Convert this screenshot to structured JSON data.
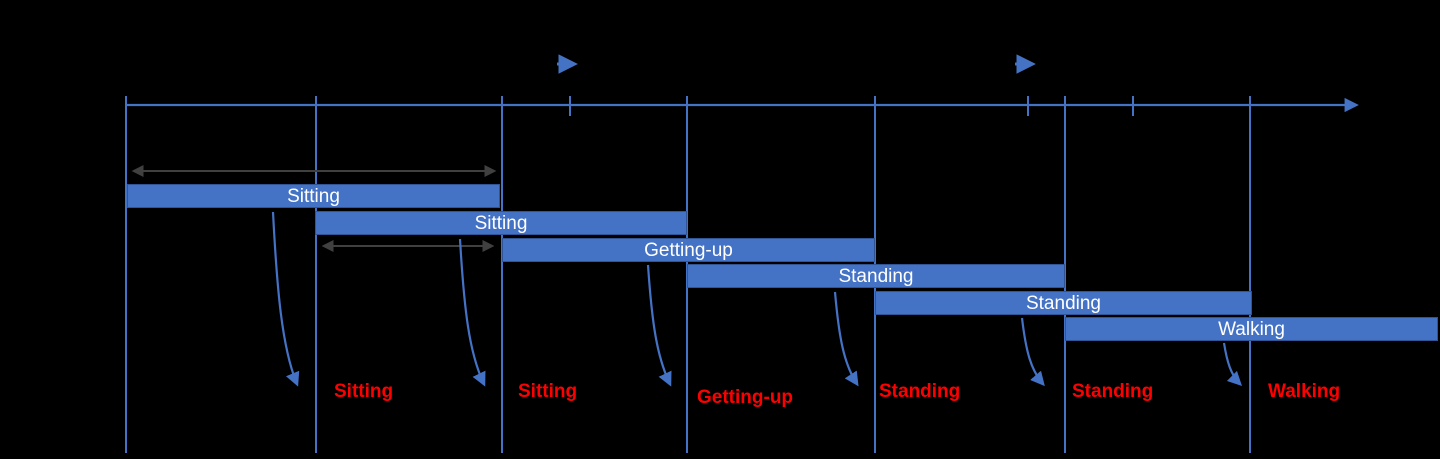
{
  "colors": {
    "background": "#000000",
    "accent_blue": "#4472C4",
    "bar_fill": "#4472C4",
    "bar_border": "#2F5597",
    "bar_text": "#FFFFFF",
    "prediction_text": "#FF0000",
    "measure_arrow": "#404040"
  },
  "windows": [
    {
      "label": "Sitting"
    },
    {
      "label": "Sitting"
    },
    {
      "label": "Getting-up"
    },
    {
      "label": "Standing"
    },
    {
      "label": "Standing"
    },
    {
      "label": "Walking"
    }
  ],
  "predictions": [
    {
      "label": "Sitting"
    },
    {
      "label": "Sitting"
    },
    {
      "label": "Getting-up"
    },
    {
      "label": "Standing"
    },
    {
      "label": "Standing"
    },
    {
      "label": "Walking"
    }
  ]
}
